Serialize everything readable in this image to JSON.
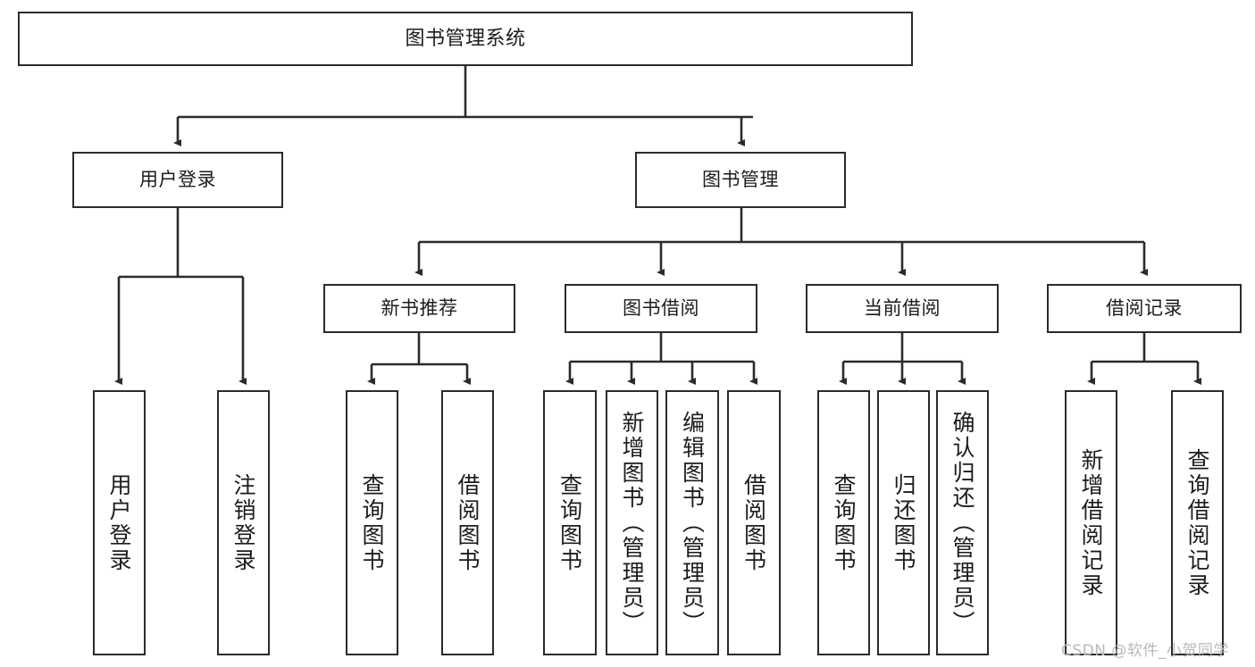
{
  "diagram": {
    "title": "图书管理系统",
    "type": "tree",
    "watermark": "CSDN @软件_小贺同学",
    "colors": {
      "node_border": "#2b2b2b",
      "node_fill": "#ffffff",
      "edge": "#2b2b2b",
      "text": "#1c1c1c",
      "watermark": "#b9b9b9",
      "background": "#ffffff"
    },
    "nodes": {
      "root": {
        "label": "图书管理系统"
      },
      "level2": [
        {
          "id": "user-login",
          "label": "用户登录"
        },
        {
          "id": "book-management",
          "label": "图书管理"
        }
      ],
      "level3": [
        {
          "id": "new-book-recommend",
          "label": "新书推荐"
        },
        {
          "id": "book-borrow",
          "label": "图书借阅"
        },
        {
          "id": "current-borrow",
          "label": "当前借阅"
        },
        {
          "id": "borrow-record",
          "label": "借阅记录"
        }
      ],
      "leaves": [
        {
          "id": "leaf-user-login",
          "label": "用户登录",
          "parent": "user-login"
        },
        {
          "id": "leaf-logout-login",
          "label": "注销登录",
          "parent": "user-login"
        },
        {
          "id": "leaf-query-book-1",
          "label": "查询图书",
          "parent": "new-book-recommend"
        },
        {
          "id": "leaf-borrow-book-1",
          "label": "借阅图书",
          "parent": "new-book-recommend"
        },
        {
          "id": "leaf-query-book-2",
          "label": "查询图书",
          "parent": "book-borrow"
        },
        {
          "id": "leaf-add-book",
          "label": "新增图书（管理员）",
          "parent": "book-borrow"
        },
        {
          "id": "leaf-edit-book",
          "label": "编辑图书（管理员）",
          "parent": "book-borrow"
        },
        {
          "id": "leaf-borrow-book-2",
          "label": "借阅图书",
          "parent": "book-borrow"
        },
        {
          "id": "leaf-query-book-3",
          "label": "查询图书",
          "parent": "current-borrow"
        },
        {
          "id": "leaf-return-book",
          "label": "归还图书",
          "parent": "current-borrow"
        },
        {
          "id": "leaf-confirm-return",
          "label": "确认归还（管理员）",
          "parent": "current-borrow"
        },
        {
          "id": "leaf-add-record",
          "label": "新增借阅记录",
          "parent": "borrow-record"
        },
        {
          "id": "leaf-query-record",
          "label": "查询借阅记录",
          "parent": "borrow-record"
        }
      ]
    }
  }
}
